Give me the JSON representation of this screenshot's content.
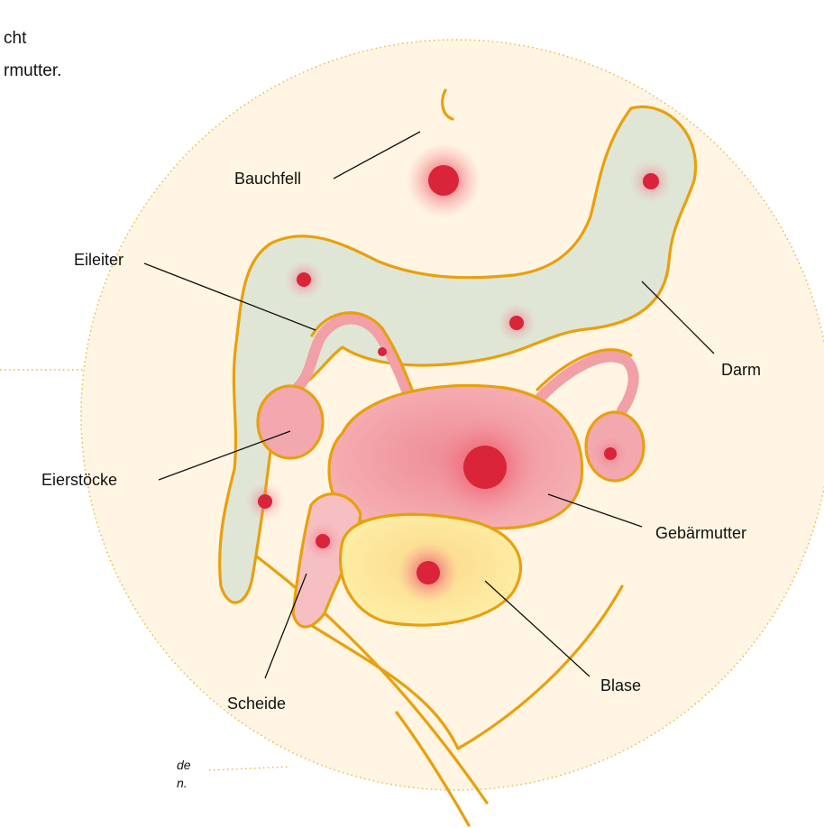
{
  "text_fragments": {
    "top_line_1": "cht",
    "top_line_2": "rmutter.",
    "bottom_line_1": "de",
    "bottom_line_2": "n."
  },
  "labels": {
    "bauchfell": "Bauchfell",
    "eileiter": "Eileiter",
    "darm": "Darm",
    "eierstoecke": "Eierstöcke",
    "gebaermutter": "Gebärmutter",
    "blase": "Blase",
    "scheide": "Scheide"
  },
  "colors": {
    "background_circle": "#fff5e2",
    "outline": "#e8a00e",
    "intestine": "#dfe6d6",
    "uterus": "#f0a0a6",
    "bladder": "#fde99a",
    "lesion": "#d9243a"
  }
}
